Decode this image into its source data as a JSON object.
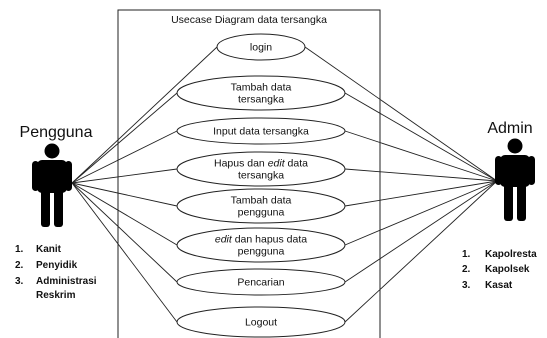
{
  "system_title": "Usecase Diagram data tersangka",
  "actors": {
    "left": {
      "name": "Pengguna",
      "roles": [
        "Kanit",
        "Penyidik",
        "Administrasi Reskrim"
      ]
    },
    "right": {
      "name": "Admin",
      "roles": [
        "Kapolresta",
        "Kapolsek",
        "Kasat"
      ]
    }
  },
  "use_cases": [
    {
      "lines": [
        {
          "text": "login"
        }
      ]
    },
    {
      "lines": [
        {
          "text": "Tambah data"
        },
        {
          "text": "tersangka"
        }
      ]
    },
    {
      "lines": [
        {
          "text": "Input data tersangka"
        }
      ]
    },
    {
      "lines": [
        {
          "text": "Hapus dan ",
          "italic_next": "edit",
          "rest": " data"
        },
        {
          "text": "tersangka"
        }
      ]
    },
    {
      "lines": [
        {
          "text": "Tambah data"
        },
        {
          "text": "pengguna"
        }
      ]
    },
    {
      "lines": [
        {
          "text": "",
          "italic_next": "edit",
          "rest": " dan hapus data"
        },
        {
          "text": "pengguna"
        }
      ]
    },
    {
      "lines": [
        {
          "text": "Pencarian"
        }
      ]
    },
    {
      "lines": [
        {
          "text": "Logout"
        }
      ]
    }
  ],
  "colors": {
    "stroke": "#222222",
    "actor_fill": "#000000",
    "background": "#ffffff"
  }
}
